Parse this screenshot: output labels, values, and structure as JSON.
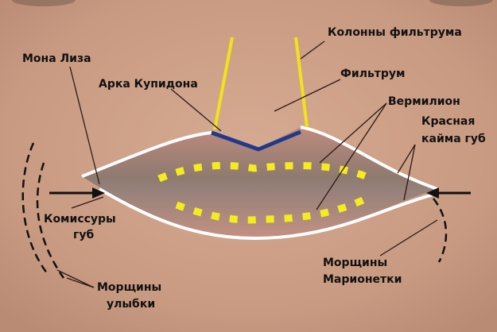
{
  "labels": {
    "philtral_columns": "Колонны фильтрума",
    "mona_lisa": "Мона Лиза",
    "philtrum": "Фильтрум",
    "cupids_bow": "Арка Купидона",
    "vermilion": "Вермилион",
    "vermilion_border_line1": "Красная",
    "vermilion_border_line2": "кайма губ",
    "commissures_line1": "Комиссуры",
    "commissures_line2": "губ",
    "marionette_line1": "Морщины",
    "marionette_line2": "Марионетки",
    "smile_line1": "Морщины",
    "smile_line2": "улыбки"
  },
  "colors": {
    "skin": "#c99a82",
    "lip": "#b88478",
    "outline": "#ffffff",
    "philtral_columns": "#f2e21a",
    "cupids_bow": "#1f3a8a",
    "vermilion_dashes": "#f4ec1e",
    "arrows": "#111111"
  }
}
